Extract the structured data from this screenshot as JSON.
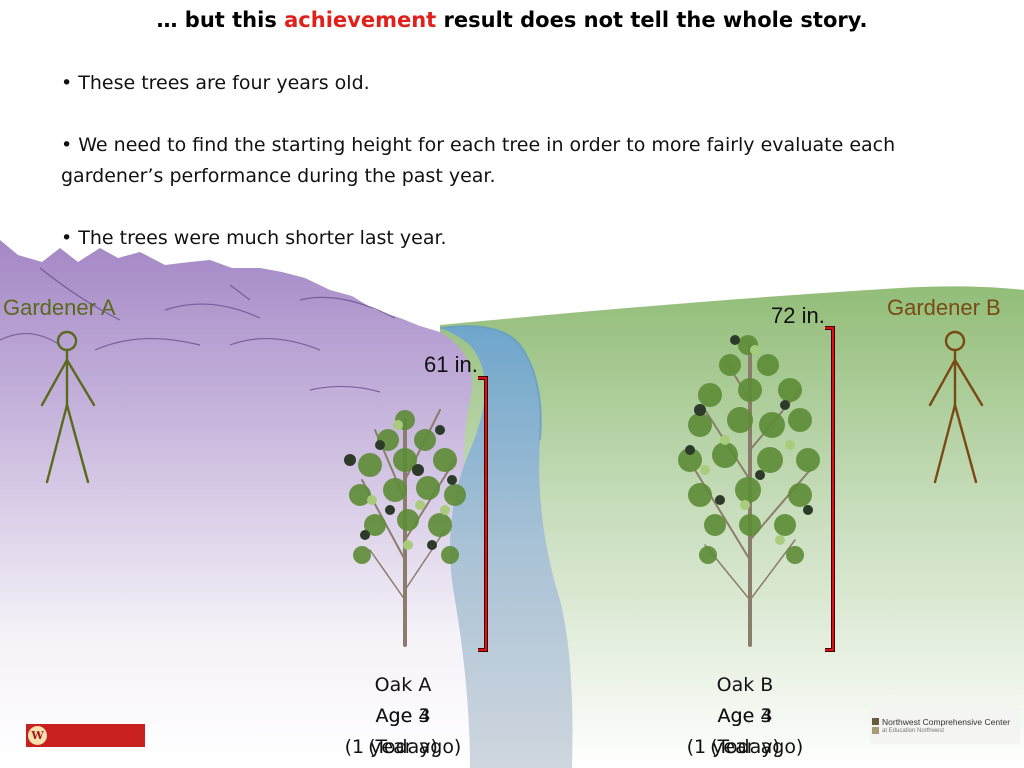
{
  "title": {
    "prefix": "… but this ",
    "highlight": "achievement",
    "suffix": " result does not tell the whole story."
  },
  "bullets": [
    "• These trees are four years old.",
    "• We need to find the starting height for each tree in order to more fairly evaluate each gardener’s performance during the past year.",
    "• The trees were much shorter last year."
  ],
  "gardeners": {
    "a": {
      "label": "Gardener A",
      "color": "#5a6a1c"
    },
    "b": {
      "label": "Gardener B",
      "color": "#7a4a14"
    }
  },
  "trees": {
    "a": {
      "height_label": "61 in.",
      "name": "Oak A",
      "age_line_1": "Age 3",
      "age_line_2": "Age 4",
      "when_line_1": "(1 year ago)",
      "when_line_2": "(Today)"
    },
    "b": {
      "height_label": "72 in.",
      "name": "Oak B",
      "age_line_1": "Age 3",
      "age_line_2": "Age 4",
      "when_line_1": "(1 year ago)",
      "when_line_2": "(Today)"
    }
  },
  "colors": {
    "title_highlight": "#e0201a",
    "measure_bar": "#e01010",
    "mountains": "#a88cc8",
    "field": "#96c07e",
    "river": "#8cb6d4"
  },
  "logos": {
    "varc_seal": "W",
    "nwcc_line_1": "Northwest Comprehensive Center",
    "nwcc_line_2": "at Education Northwest"
  }
}
